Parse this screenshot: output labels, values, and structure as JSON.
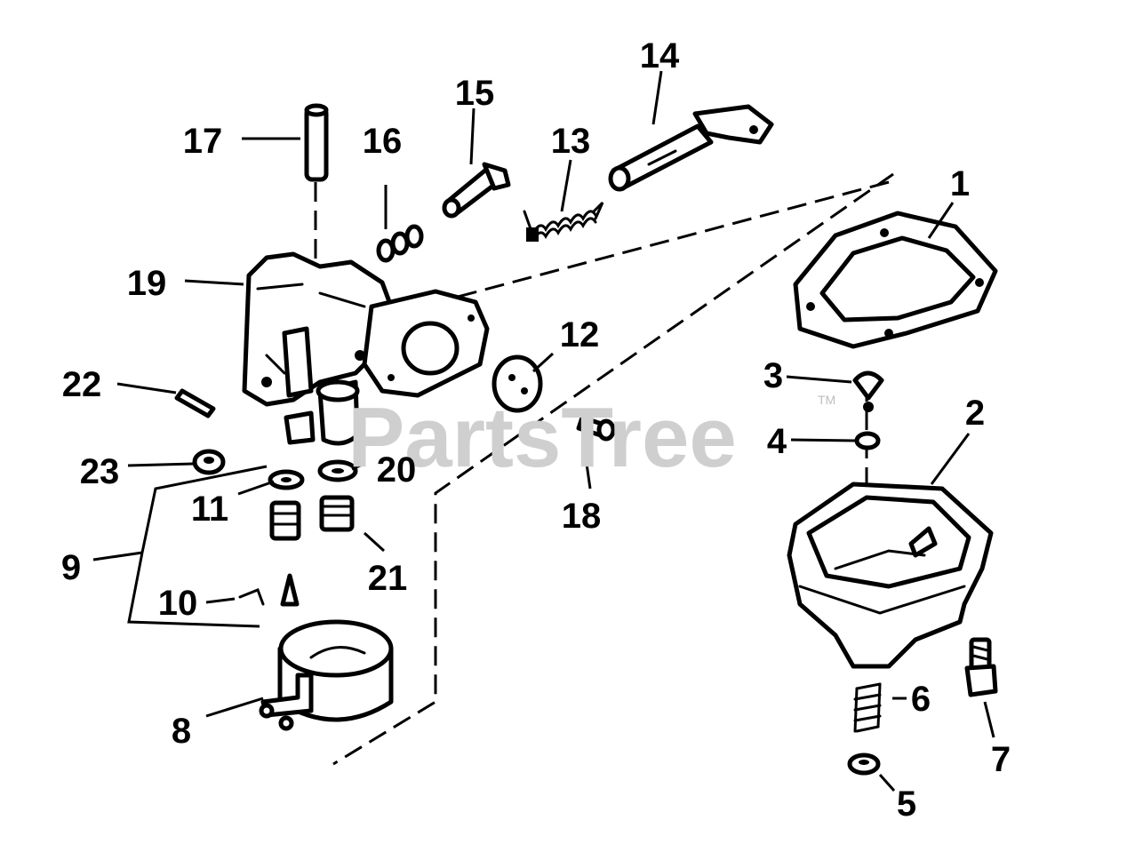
{
  "watermark": {
    "text": "PartsTree",
    "trademark": "TM"
  },
  "callouts": [
    {
      "id": "c1",
      "label": "1"
    },
    {
      "id": "c2",
      "label": "2"
    },
    {
      "id": "c3",
      "label": "3"
    },
    {
      "id": "c4",
      "label": "4"
    },
    {
      "id": "c5",
      "label": "5"
    },
    {
      "id": "c6",
      "label": "6"
    },
    {
      "id": "c7",
      "label": "7"
    },
    {
      "id": "c8",
      "label": "8"
    },
    {
      "id": "c9",
      "label": "9"
    },
    {
      "id": "c10",
      "label": "10"
    },
    {
      "id": "c11",
      "label": "11"
    },
    {
      "id": "c12",
      "label": "12"
    },
    {
      "id": "c13",
      "label": "13"
    },
    {
      "id": "c14",
      "label": "14"
    },
    {
      "id": "c15",
      "label": "15"
    },
    {
      "id": "c16",
      "label": "16"
    },
    {
      "id": "c17",
      "label": "17"
    },
    {
      "id": "c18",
      "label": "18"
    },
    {
      "id": "c19",
      "label": "19"
    },
    {
      "id": "c20",
      "label": "20"
    },
    {
      "id": "c21",
      "label": "21"
    },
    {
      "id": "c22",
      "label": "22"
    },
    {
      "id": "c23",
      "label": "23"
    }
  ]
}
